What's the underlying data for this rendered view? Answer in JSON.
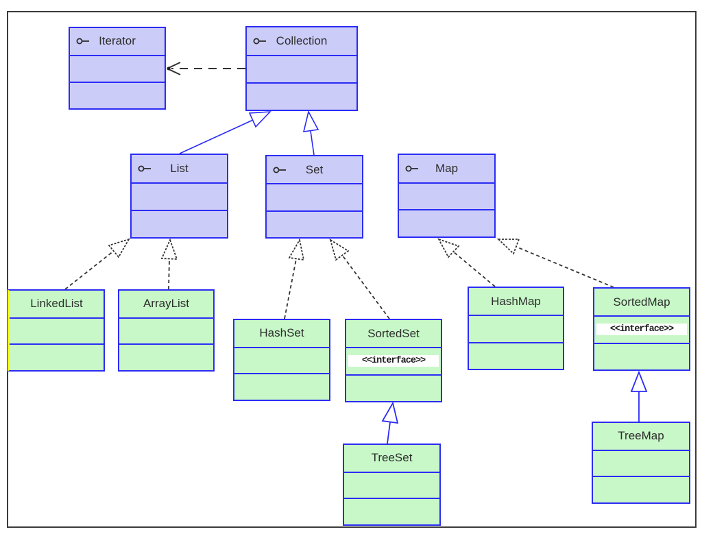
{
  "stereotype": {
    "label": "<<interface>>"
  },
  "colors": {
    "interface_fill": "#ccccf8",
    "class_fill": "#c8f8c8",
    "box_border": "#2b2bf5",
    "generalization_line": "#2b2bf5",
    "dependency_line": "#333333",
    "frame_border": "#3a3a3a",
    "linkedlist_left_highlight": "#ffff00",
    "stereotype_background": "#ffffff"
  },
  "icons": {
    "lollipop": "interface-lollipop-icon"
  },
  "nodes": {
    "iterator": {
      "name": "Iterator",
      "kind": "interface"
    },
    "collection": {
      "name": "Collection",
      "kind": "interface"
    },
    "list": {
      "name": "List",
      "kind": "interface"
    },
    "set": {
      "name": "Set",
      "kind": "interface"
    },
    "map": {
      "name": "Map",
      "kind": "interface"
    },
    "linkedlist": {
      "name": "LinkedList",
      "kind": "class"
    },
    "arraylist": {
      "name": "ArrayList",
      "kind": "class"
    },
    "hashset": {
      "name": "HashSet",
      "kind": "class"
    },
    "sortedset": {
      "name": "SortedSet",
      "kind": "class",
      "stereotype": "<<interface>>"
    },
    "hashmap": {
      "name": "HashMap",
      "kind": "class"
    },
    "sortedmap": {
      "name": "SortedMap",
      "kind": "class",
      "stereotype": "<<interface>>"
    },
    "treeset": {
      "name": "TreeSet",
      "kind": "class"
    },
    "treemap": {
      "name": "TreeMap",
      "kind": "class"
    }
  },
  "relations": [
    {
      "from": "Collection",
      "to": "Iterator",
      "type": "dependency-dashed-open-arrow"
    },
    {
      "from": "List",
      "to": "Collection",
      "type": "generalization-solid-blue"
    },
    {
      "from": "Set",
      "to": "Collection",
      "type": "generalization-solid-blue"
    },
    {
      "from": "LinkedList",
      "to": "List",
      "type": "realization-dashed"
    },
    {
      "from": "ArrayList",
      "to": "List",
      "type": "realization-dashed"
    },
    {
      "from": "HashSet",
      "to": "Set",
      "type": "realization-dashed"
    },
    {
      "from": "SortedSet",
      "to": "Set",
      "type": "realization-dashed"
    },
    {
      "from": "HashMap",
      "to": "Map",
      "type": "realization-dashed"
    },
    {
      "from": "SortedMap",
      "to": "Map",
      "type": "realization-dashed"
    },
    {
      "from": "TreeSet",
      "to": "SortedSet",
      "type": "generalization-solid-blue"
    },
    {
      "from": "TreeMap",
      "to": "SortedMap",
      "type": "generalization-solid-blue"
    }
  ]
}
